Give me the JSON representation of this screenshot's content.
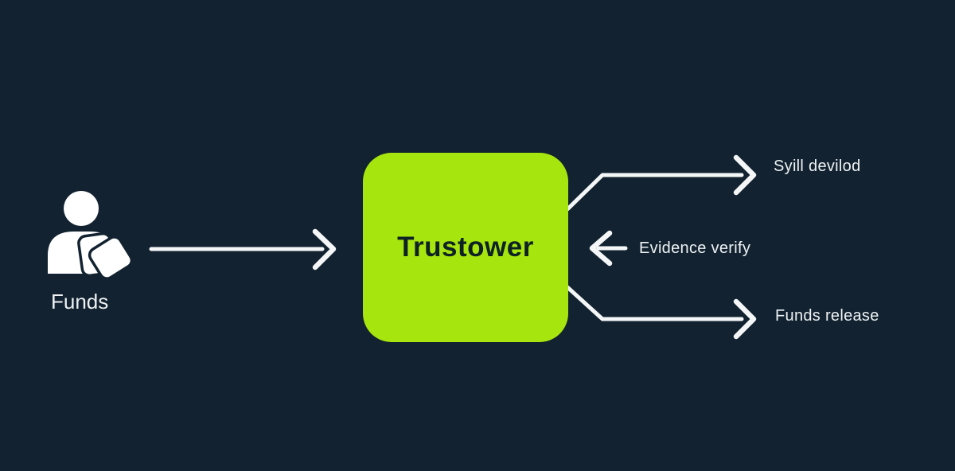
{
  "colors": {
    "background": "#122230",
    "accent": "#a6e60e",
    "line": "#f4f6f7",
    "node_text": "#0d2126",
    "label_text": "#eef2f4"
  },
  "diagram": {
    "node": {
      "label": "Trustower"
    },
    "source": {
      "label": "Funds",
      "icon": "person-with-cards-icon"
    },
    "flows": [
      {
        "label": "Syill devilod",
        "direction": "right",
        "from": "node"
      },
      {
        "label": "Evidence verify",
        "direction": "left",
        "to": "node"
      },
      {
        "label": "Funds release",
        "direction": "right",
        "from": "node"
      }
    ]
  }
}
